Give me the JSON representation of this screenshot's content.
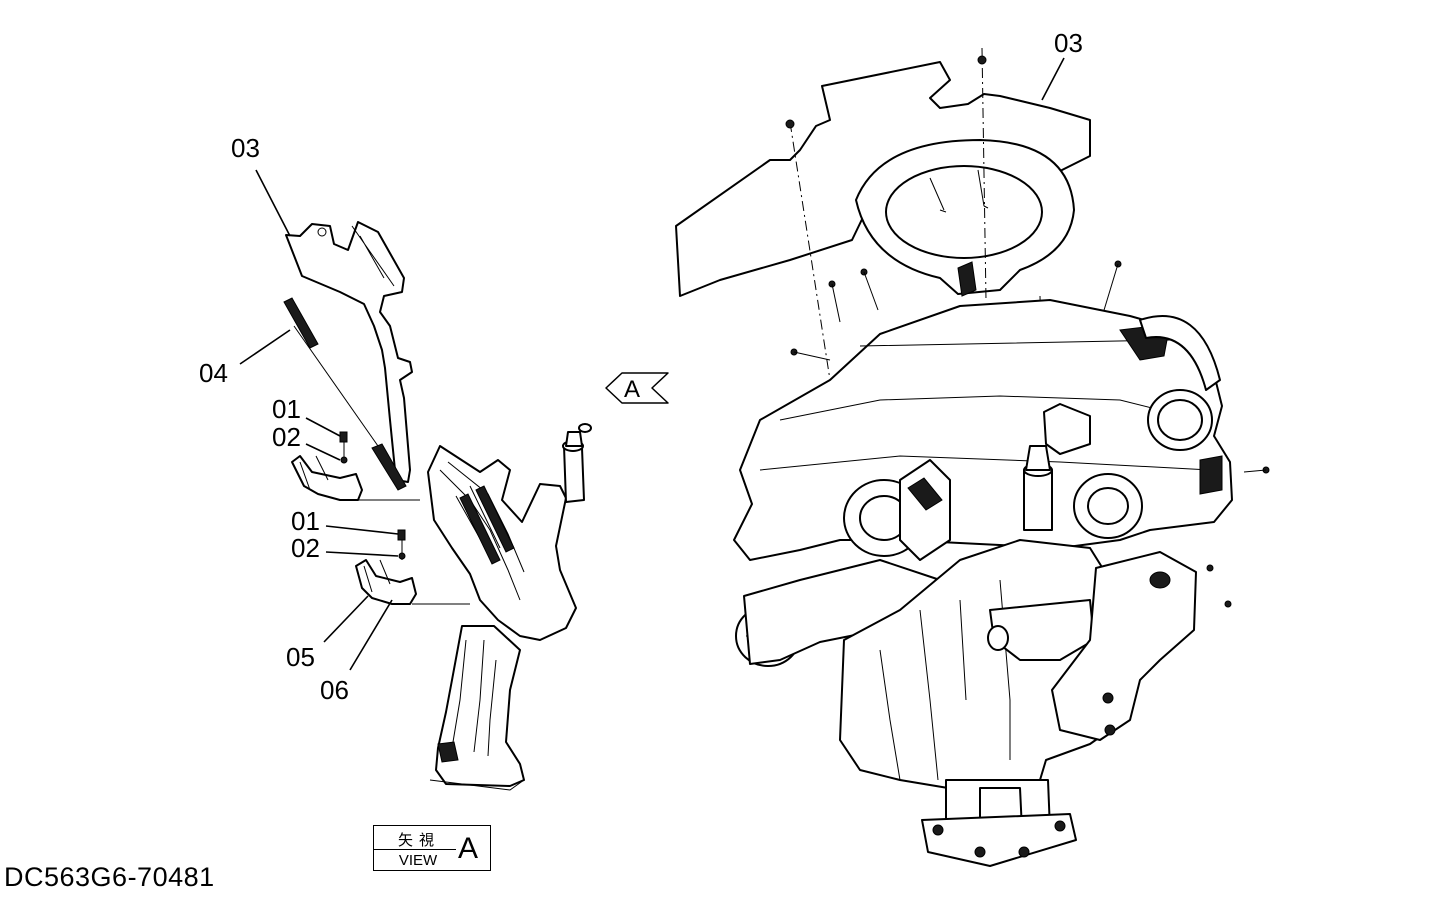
{
  "labels": {
    "left_03": "03",
    "left_04": "04",
    "left_01a": "01",
    "left_02a": "02",
    "left_01b": "01",
    "left_02b": "02",
    "left_05": "05",
    "left_06": "06",
    "right_03": "03"
  },
  "view_arrow": {
    "letter": "A"
  },
  "view_box": {
    "japanese": "矢視",
    "english": "VIEW",
    "letter": "A"
  },
  "drawing_code": "DC563G6-70481"
}
